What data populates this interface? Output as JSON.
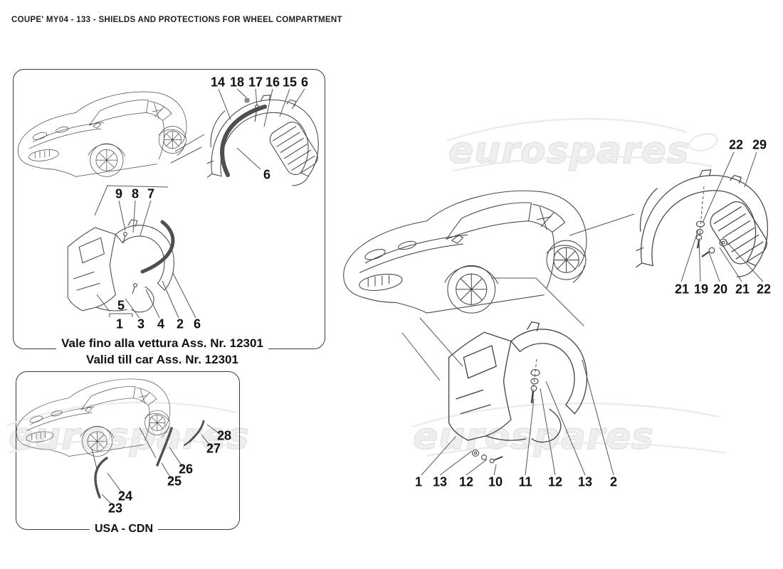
{
  "page": {
    "title": "COUPE' MY04 - 133 - SHIELDS AND PROTECTIONS FOR WHEEL COMPARTMENT",
    "watermark_text": "eurospares",
    "colors": {
      "title": "#241d1a",
      "line_art": "#4a4a4a",
      "callout": "#101010",
      "watermark": "#efefef"
    }
  },
  "valid_till_panel": {
    "caption_line1": "Vale fino alla vettura Ass. Nr. 12301",
    "caption_line2": "Valid till car Ass. Nr. 12301",
    "top_callouts": [
      "14",
      "18",
      "17",
      "16",
      "15",
      "6"
    ],
    "seal_callout": "6",
    "mid_callouts": [
      "9",
      "8",
      "7"
    ],
    "assembly_callout": "5",
    "bottom_callouts": [
      "1",
      "3",
      "4",
      "2",
      "6"
    ]
  },
  "usa_cdn_panel": {
    "caption": "USA - CDN",
    "callouts": [
      "28",
      "27",
      "26",
      "25",
      "24",
      "23"
    ]
  },
  "rear_wheelhouse_group": {
    "top_callouts": [
      "22",
      "29"
    ],
    "bottom_callouts": [
      "21",
      "19",
      "20",
      "21",
      "22"
    ]
  },
  "front_wheelhouse_group": {
    "bottom_callouts": [
      "1",
      "13",
      "12",
      "10",
      "11",
      "12",
      "13",
      "2"
    ]
  }
}
